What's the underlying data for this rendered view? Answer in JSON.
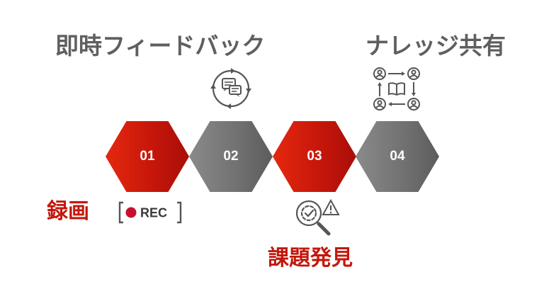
{
  "labels": {
    "feedback": "即時フィードバック",
    "knowledge": "ナレッジ共有",
    "recording": "録画",
    "discovery": "課題発見"
  },
  "steps": [
    {
      "number": "01",
      "color": "red"
    },
    {
      "number": "02",
      "color": "gray"
    },
    {
      "number": "03",
      "color": "red"
    },
    {
      "number": "04",
      "color": "gray"
    }
  ],
  "rec_badge": {
    "text": "REC",
    "dot_color": "#c8102e"
  },
  "icons": {
    "feedback": "chat-cycle-icon",
    "knowledge": "knowledge-share-network-icon",
    "recording": "rec-badge-icon",
    "discovery": "magnify-check-warning-icon"
  },
  "colors": {
    "accent_red": "#c4170c",
    "gray_text": "#5f5f5f",
    "hex_red": "#d21f0d",
    "hex_gray": "#757575"
  }
}
